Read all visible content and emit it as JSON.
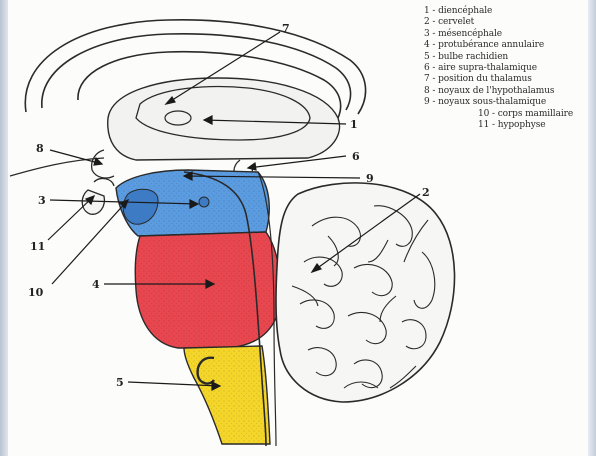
{
  "colors": {
    "region_blue": "#5b9be0",
    "region_red": "#e8474f",
    "region_yellow": "#f4d62a",
    "outline": "#2a2a2a"
  },
  "legend": {
    "items": [
      "1 - diencéphale",
      "2 - cervelet",
      "3 - mésencéphale",
      "4 - protubérance annulaire",
      "5 - bulbe rachidien",
      "6 - aire supra-thalamique",
      "7 - position du thalamus",
      "8 - noyaux de l'hypothalamus",
      "9 - noyaux sous-thalamique",
      "10 - corps mamillaire",
      "11 - hypophyse"
    ]
  },
  "callouts": {
    "n1": "1",
    "n2": "2",
    "n3": "3",
    "n4": "4",
    "n5": "5",
    "n6": "6",
    "n7": "7",
    "n8": "8",
    "n9": "9",
    "n10": "10",
    "n11": "11"
  }
}
